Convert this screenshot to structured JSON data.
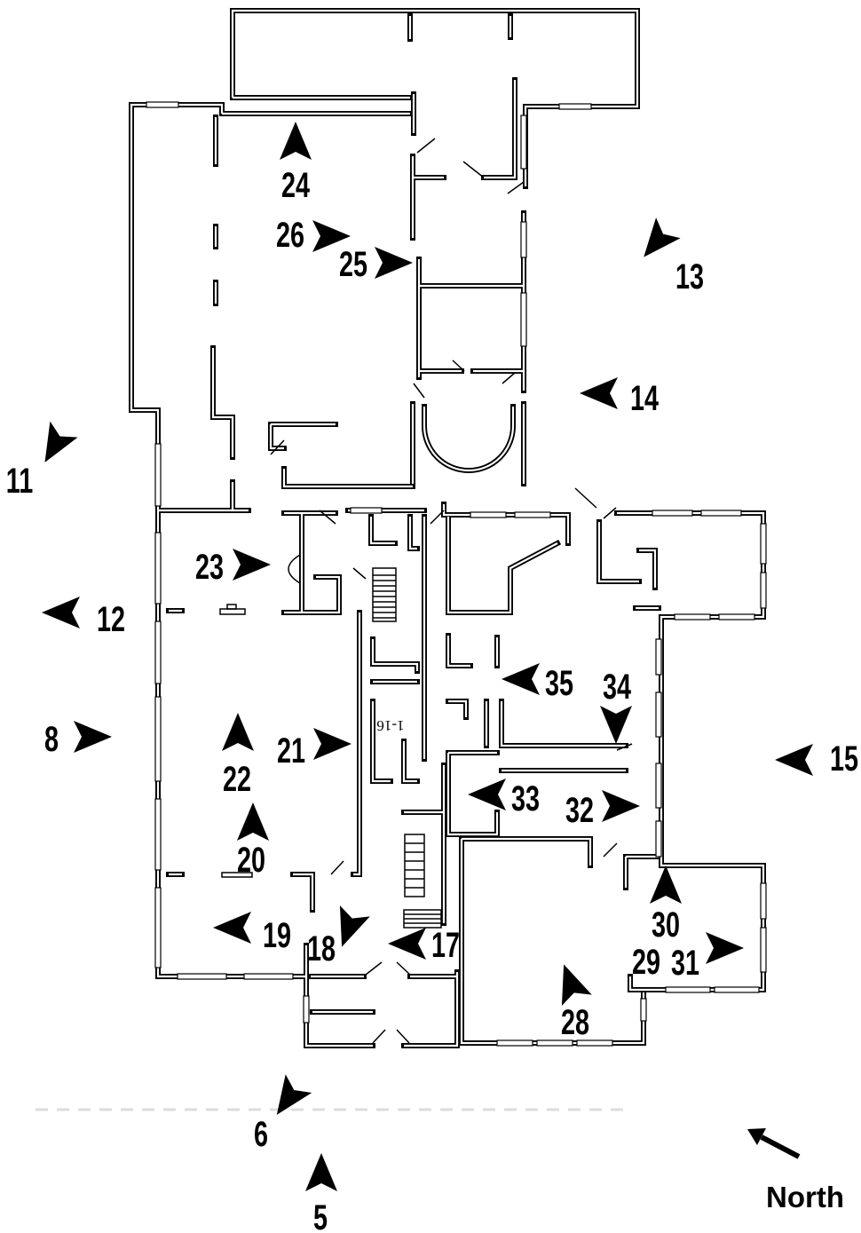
{
  "diagram": {
    "markers": [
      {
        "label": "24"
      },
      {
        "label": "26"
      },
      {
        "label": "25"
      },
      {
        "label": "13"
      },
      {
        "label": "14"
      },
      {
        "label": "11"
      },
      {
        "label": "23"
      },
      {
        "label": "12"
      },
      {
        "label": "8"
      },
      {
        "label": "22"
      },
      {
        "label": "21"
      },
      {
        "label": "35"
      },
      {
        "label": "34"
      },
      {
        "label": "15"
      },
      {
        "label": "33"
      },
      {
        "label": "32"
      },
      {
        "label": "20"
      },
      {
        "label": "19"
      },
      {
        "label": "18"
      },
      {
        "label": "17"
      },
      {
        "label": "30"
      },
      {
        "label": "29"
      },
      {
        "label": "31"
      },
      {
        "label": "28"
      },
      {
        "label": "6"
      },
      {
        "label": "5"
      }
    ],
    "room_label": "1-16",
    "compass": {
      "label": "North",
      "icon": "north-arrow-icon"
    },
    "colors": {
      "ink": "#000000",
      "background": "#ffffff"
    }
  }
}
